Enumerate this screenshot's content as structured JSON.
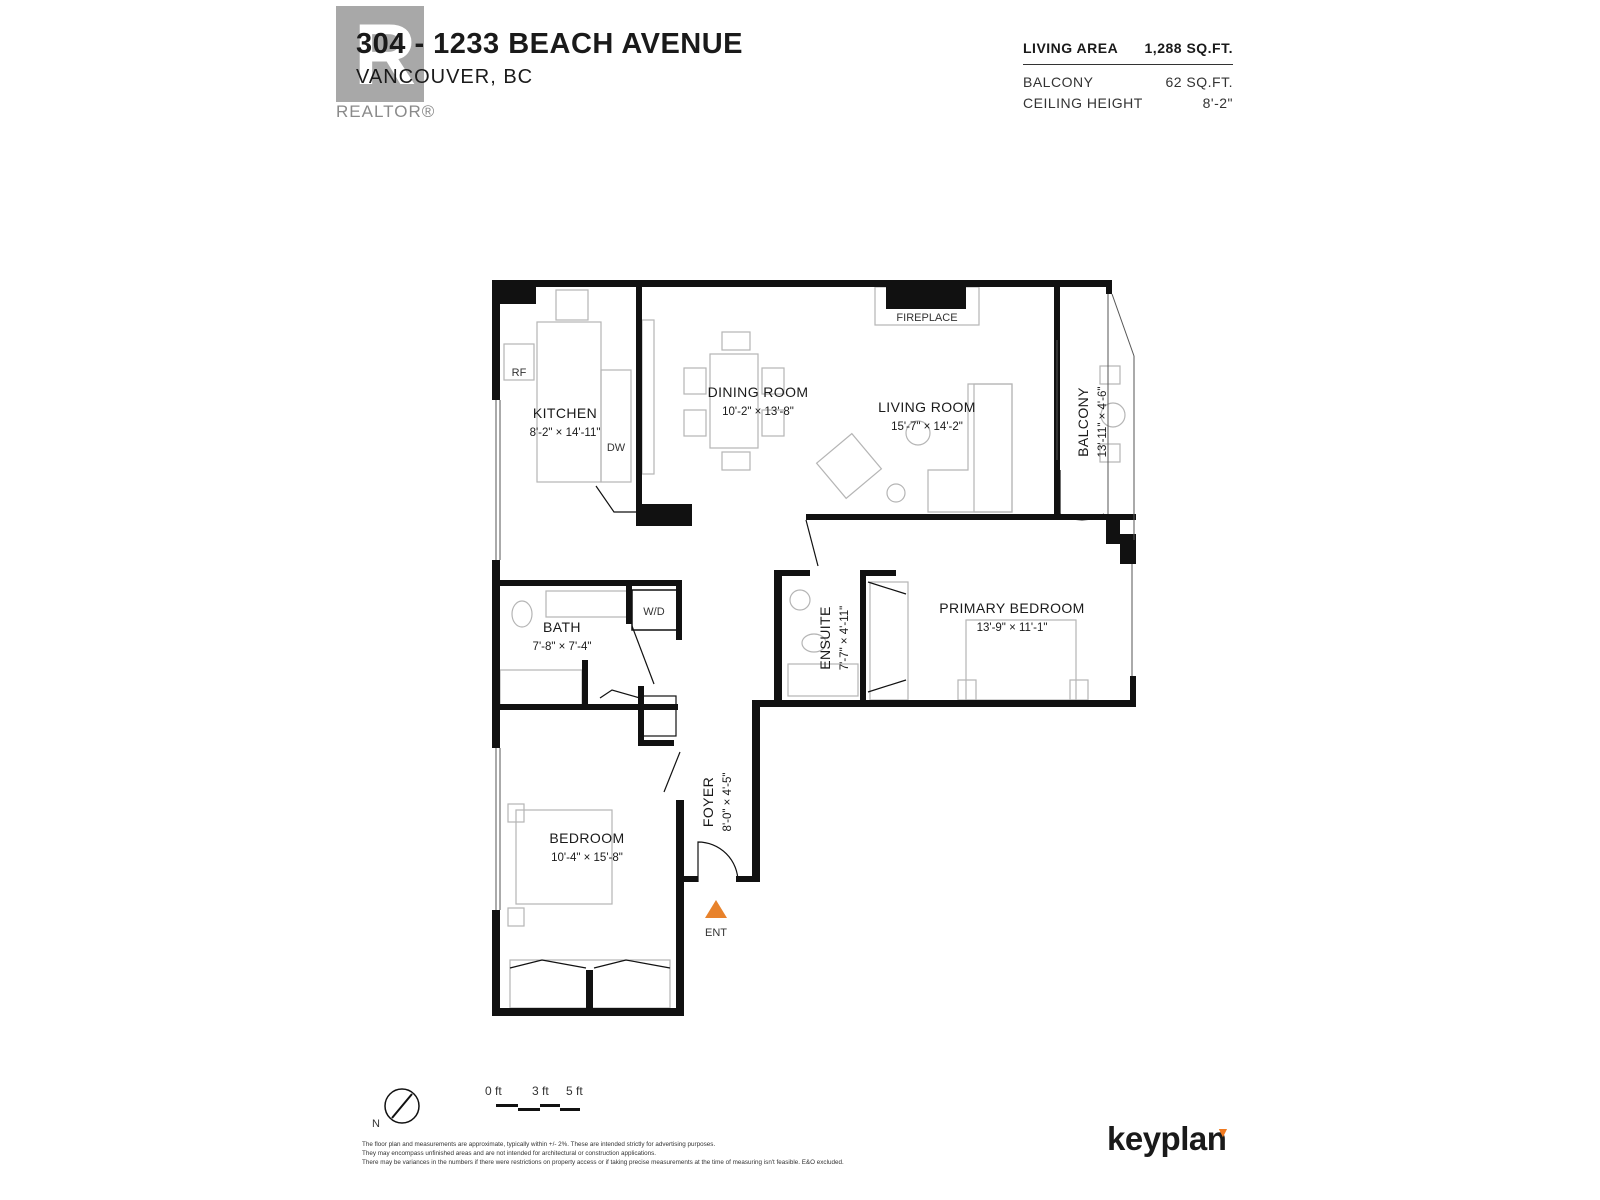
{
  "header": {
    "title": "304 - 1233 BEACH AVENUE",
    "subtitle": "VANCOUVER, BC",
    "watermark": "REALTOR®"
  },
  "stats": [
    {
      "label": "LIVING AREA",
      "value": "1,288 SQ.FT."
    },
    {
      "label": "BALCONY",
      "value": "62 SQ.FT."
    },
    {
      "label": "CEILING HEIGHT",
      "value": "8'-2\""
    }
  ],
  "rooms": {
    "kitchen": {
      "name": "KITCHEN",
      "dims": "8'-2\"  ×  14'-11\""
    },
    "dining": {
      "name": "DINING ROOM",
      "dims": "10'-2\"  ×  13'-8\""
    },
    "living": {
      "name": "LIVING ROOM",
      "dims": "15'-7\"  ×  14'-2\""
    },
    "balcony": {
      "name": "BALCONY",
      "dims": "13'-11\"  ×  4'-6\""
    },
    "bath": {
      "name": "BATH",
      "dims": "7'-8\"  ×  7'-4\""
    },
    "ensuite": {
      "name": "ENSUITE",
      "dims": "7'-7\"  ×  4'-11\""
    },
    "primary": {
      "name": "PRIMARY BEDROOM",
      "dims": "13'-9\"  ×  11'-1\""
    },
    "foyer": {
      "name": "FOYER",
      "dims": "8'-0\"  ×  4'-5\""
    },
    "bedroom": {
      "name": "BEDROOM",
      "dims": "10'-4\"  ×  15'-8\""
    }
  },
  "fixtures": {
    "fireplace": "FIREPLACE",
    "fridge": "RF",
    "dishwasher": "DW",
    "washer_dryer": "W/D",
    "entrance": "ENT"
  },
  "scale": {
    "zero": "0 ft",
    "three": "3 ft",
    "five": "5 ft"
  },
  "north": "N",
  "disclaimer": [
    "The floor plan and measurements are approximate, typically within +/- 2%. These are intended strictly for advertising purposes.",
    "They may encompass unfinished areas and are not intended for architectural or construction applications.",
    "There may be variances in the numbers if there were restrictions on property access or if taking precise measurements at the time of measuring isn't feasible. E&O excluded."
  ],
  "brand": {
    "name": "keyplan",
    "accent": "#f07a20"
  },
  "colors": {
    "wall": "#111111",
    "furniture": "#b5b5b5",
    "entry_marker": "#e8822b"
  }
}
